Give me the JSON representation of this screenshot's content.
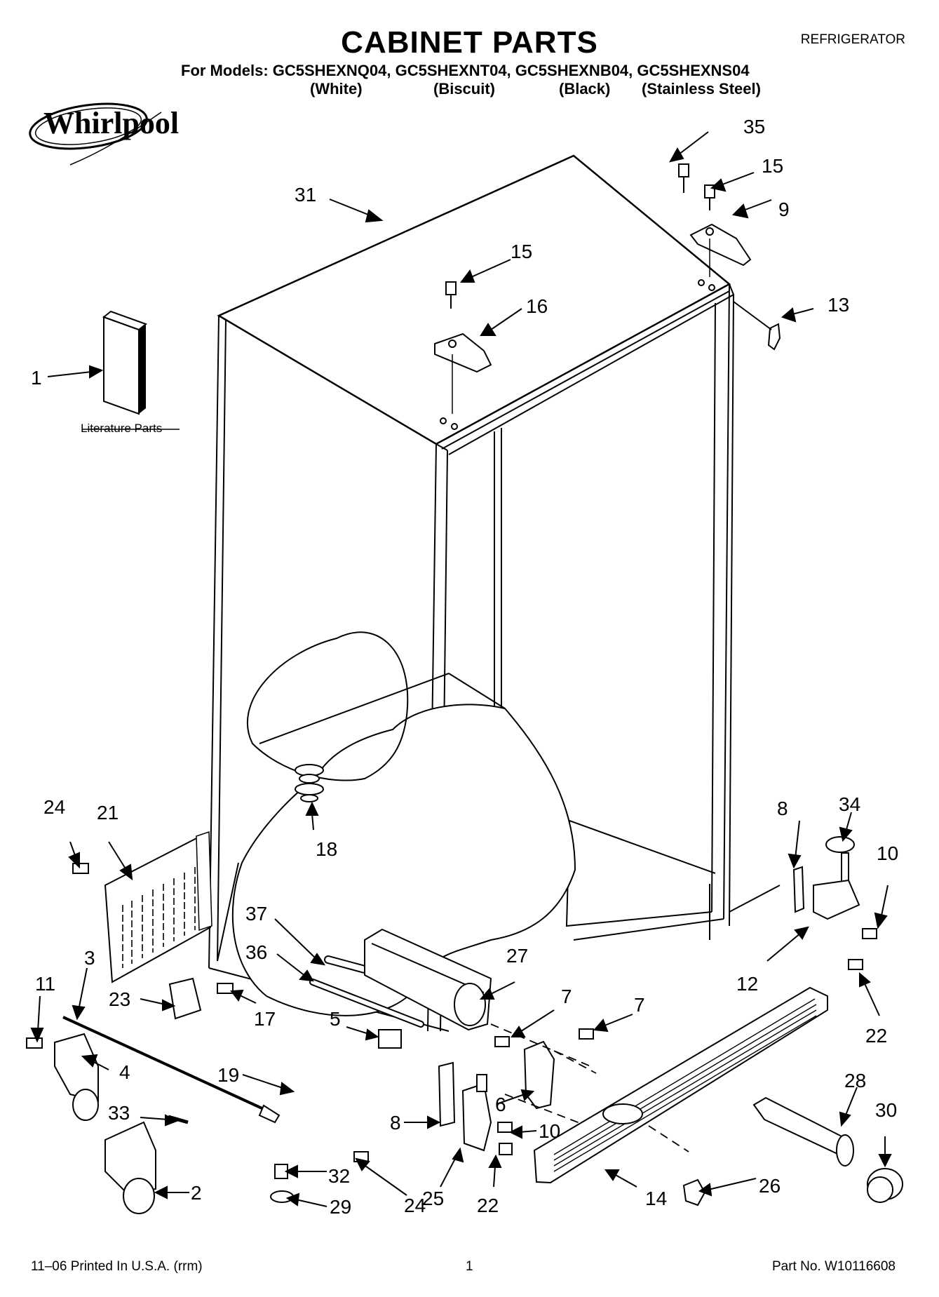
{
  "header": {
    "title": "CABINET PARTS",
    "category": "REFRIGERATOR",
    "models_line": "For Models: GC5SHEXNQ04, GC5SHEXNT04, GC5SHEXNB04, GC5SHEXNS04",
    "variants": [
      "(White)",
      "(Biscuit)",
      "(Black)",
      "(Stainless Steel)"
    ],
    "brand": "Whirlpool"
  },
  "diagram": {
    "literature_label": "Literature Parts",
    "callouts": [
      "1",
      "2",
      "3",
      "4",
      "5",
      "6",
      "7",
      "7",
      "8",
      "8",
      "9",
      "10",
      "10",
      "11",
      "12",
      "13",
      "14",
      "15",
      "15",
      "16",
      "17",
      "18",
      "19",
      "21",
      "22",
      "22",
      "23",
      "24",
      "24",
      "25",
      "26",
      "27",
      "28",
      "29",
      "30",
      "31",
      "32",
      "33",
      "34",
      "35",
      "36",
      "37"
    ]
  },
  "footer": {
    "print_info": "11–06 Printed In U.S.A. (rrm)",
    "page": "1",
    "part_no": "Part No. W10116608"
  }
}
